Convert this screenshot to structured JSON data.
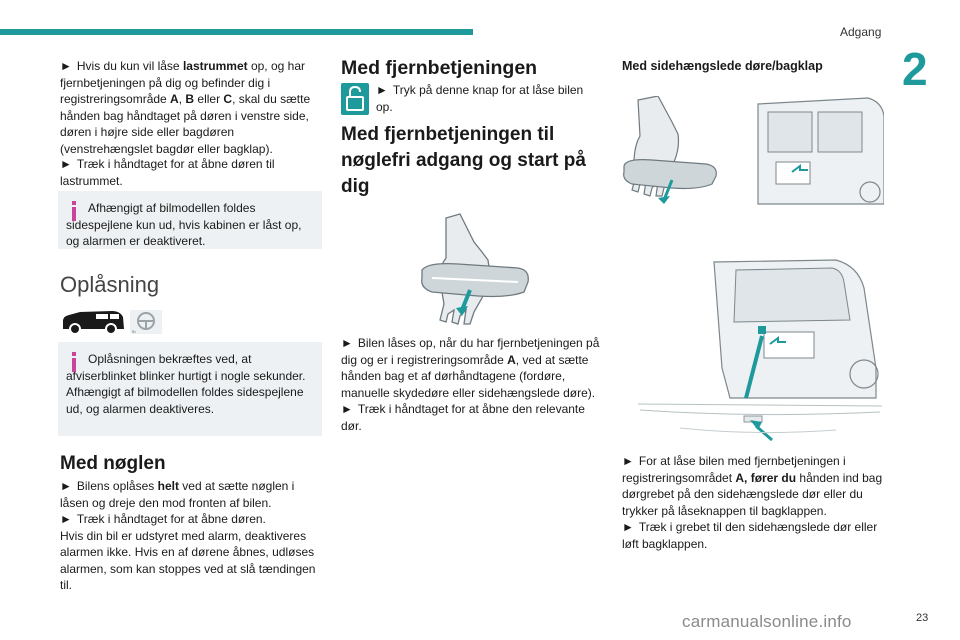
{
  "header": {
    "section": "Adgang",
    "chapter": "2"
  },
  "footer": {
    "page": "23",
    "watermark": "carmanualsonline.info"
  },
  "col1": {
    "p1_pre": "Hvis du kun vil låse ",
    "p1_bold": "lastrummet",
    "p1_post": " op, og har fjernbetjeningen på dig og befinder dig i registreringsområde ",
    "zone_a": "A",
    "comma": ", ",
    "zone_b": "B",
    "or": " eller ",
    "zone_c": "C",
    "p1_end": ", skal du sætte hånden bag håndtaget på døren i venstre side, døren i højre side eller bagdøren (venstrehængslet bagdør eller bagklap).",
    "p2": "Træk i håndtaget for at åbne døren til lastrummet.",
    "note1": "Afhængigt af bilmodellen foldes sidespejlene kun ud, hvis kabinen er låst op, og alarmen er deaktiveret.",
    "heading_unlock": "Oplåsning",
    "note2_a": "Oplåsningen bekræftes ved, at afviserblinket blinker hurtigt i nogle sekunder.",
    "note2_b": "Afhængigt af bilmodellen foldes sidespejlene ud, og alarmen deaktiveres.",
    "heading_key": "Med nøglen",
    "k1_pre": "Bilens oplåses ",
    "k1_bold": "helt",
    "k1_post": " ved at sætte nøglen i låsen og dreje den mod fronten af bilen.",
    "k2": "Træk i håndtaget for at åbne døren.",
    "k3": "Hvis din bil er udstyret med alarm, deaktiveres alarmen ikke. Hvis en af dørene åbnes, udløses alarmen, som kan stoppes ved at slå tændingen til."
  },
  "col2": {
    "heading_remote": "Med fjernbetjeningen",
    "r1": "Tryk på denne knap for at låse bilen op.",
    "heading_keyless": "Med fjernbetjeningen til nøglefri adgang og start på dig",
    "s1_pre": "Bilen låses op, når du har fjernbetjeningen på dig og er i registreringsområde ",
    "s1_bold": "A",
    "s1_post": ", ved at sætte hånden bag et af dørhåndtagene (fordøre, manuelle skydedøre eller sidehængslede døre).",
    "s2": "Træk i håndtaget for at åbne den relevante dør."
  },
  "col3": {
    "heading_side": "Med sidehængslede døre/bagklap",
    "t1_pre": "For at låse bilen med fjernbetjeningen i registreringsområdet ",
    "t1_bold": "A, fører du",
    "t1_post": " hånden ind bag dørgrebet på den sidehængslede dør eller du trykker på låseknappen til bagklappen.",
    "t2": "Træk i grebet til den sidehængslede dør eller løft bagklappen."
  },
  "bullet": "►",
  "colors": {
    "accent": "#1e9a9c",
    "note_bg": "#eef1f3",
    "info": "#c9459b"
  },
  "icons": [
    "info-icon",
    "van-icon",
    "steering-wheel-icon",
    "lock-open-icon",
    "hand-handle-illustration",
    "tailgate-illustration"
  ]
}
